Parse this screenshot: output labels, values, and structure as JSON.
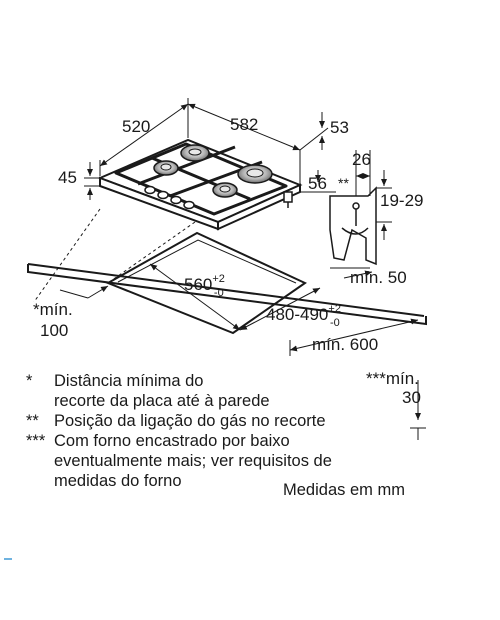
{
  "dimensions": {
    "depth": "520",
    "width": "582",
    "side_rear": "53",
    "height": "45",
    "front_depth": "56",
    "gas_offset": "26",
    "gas_marker": "**",
    "gas_height": "19-29",
    "wall_min": "mín. 50",
    "cutout_depth_base": "560",
    "cutout_depth_tol_upper": "+2",
    "cutout_depth_tol_lower": "-0",
    "cutout_width_base": "480-490",
    "cutout_width_tol_upper": "+2",
    "cutout_width_tol_lower": "-0",
    "worktop_min": "mín. 600",
    "front_min_line1": "*mín.",
    "front_min_line2": "100",
    "oven_min_line1": "***mín.",
    "oven_min_line2": "30"
  },
  "notes": [
    {
      "mark": "*",
      "line1": "Distância mínima do",
      "line2": "recorte da placa até à parede"
    },
    {
      "mark": "**",
      "line1": "Posição da ligação do gás no recorte",
      "line2": ""
    },
    {
      "mark": "***",
      "line1": "Com forno encastrado por baixo",
      "line2": "eventualmente mais; ver requisitos de",
      "line3": "medidas do forno"
    }
  ],
  "units_label": "Medidas em mm",
  "colors": {
    "line": "#1a1a1a",
    "burner": "#bdbdbd",
    "accent_blip": "#6fb3e0"
  }
}
